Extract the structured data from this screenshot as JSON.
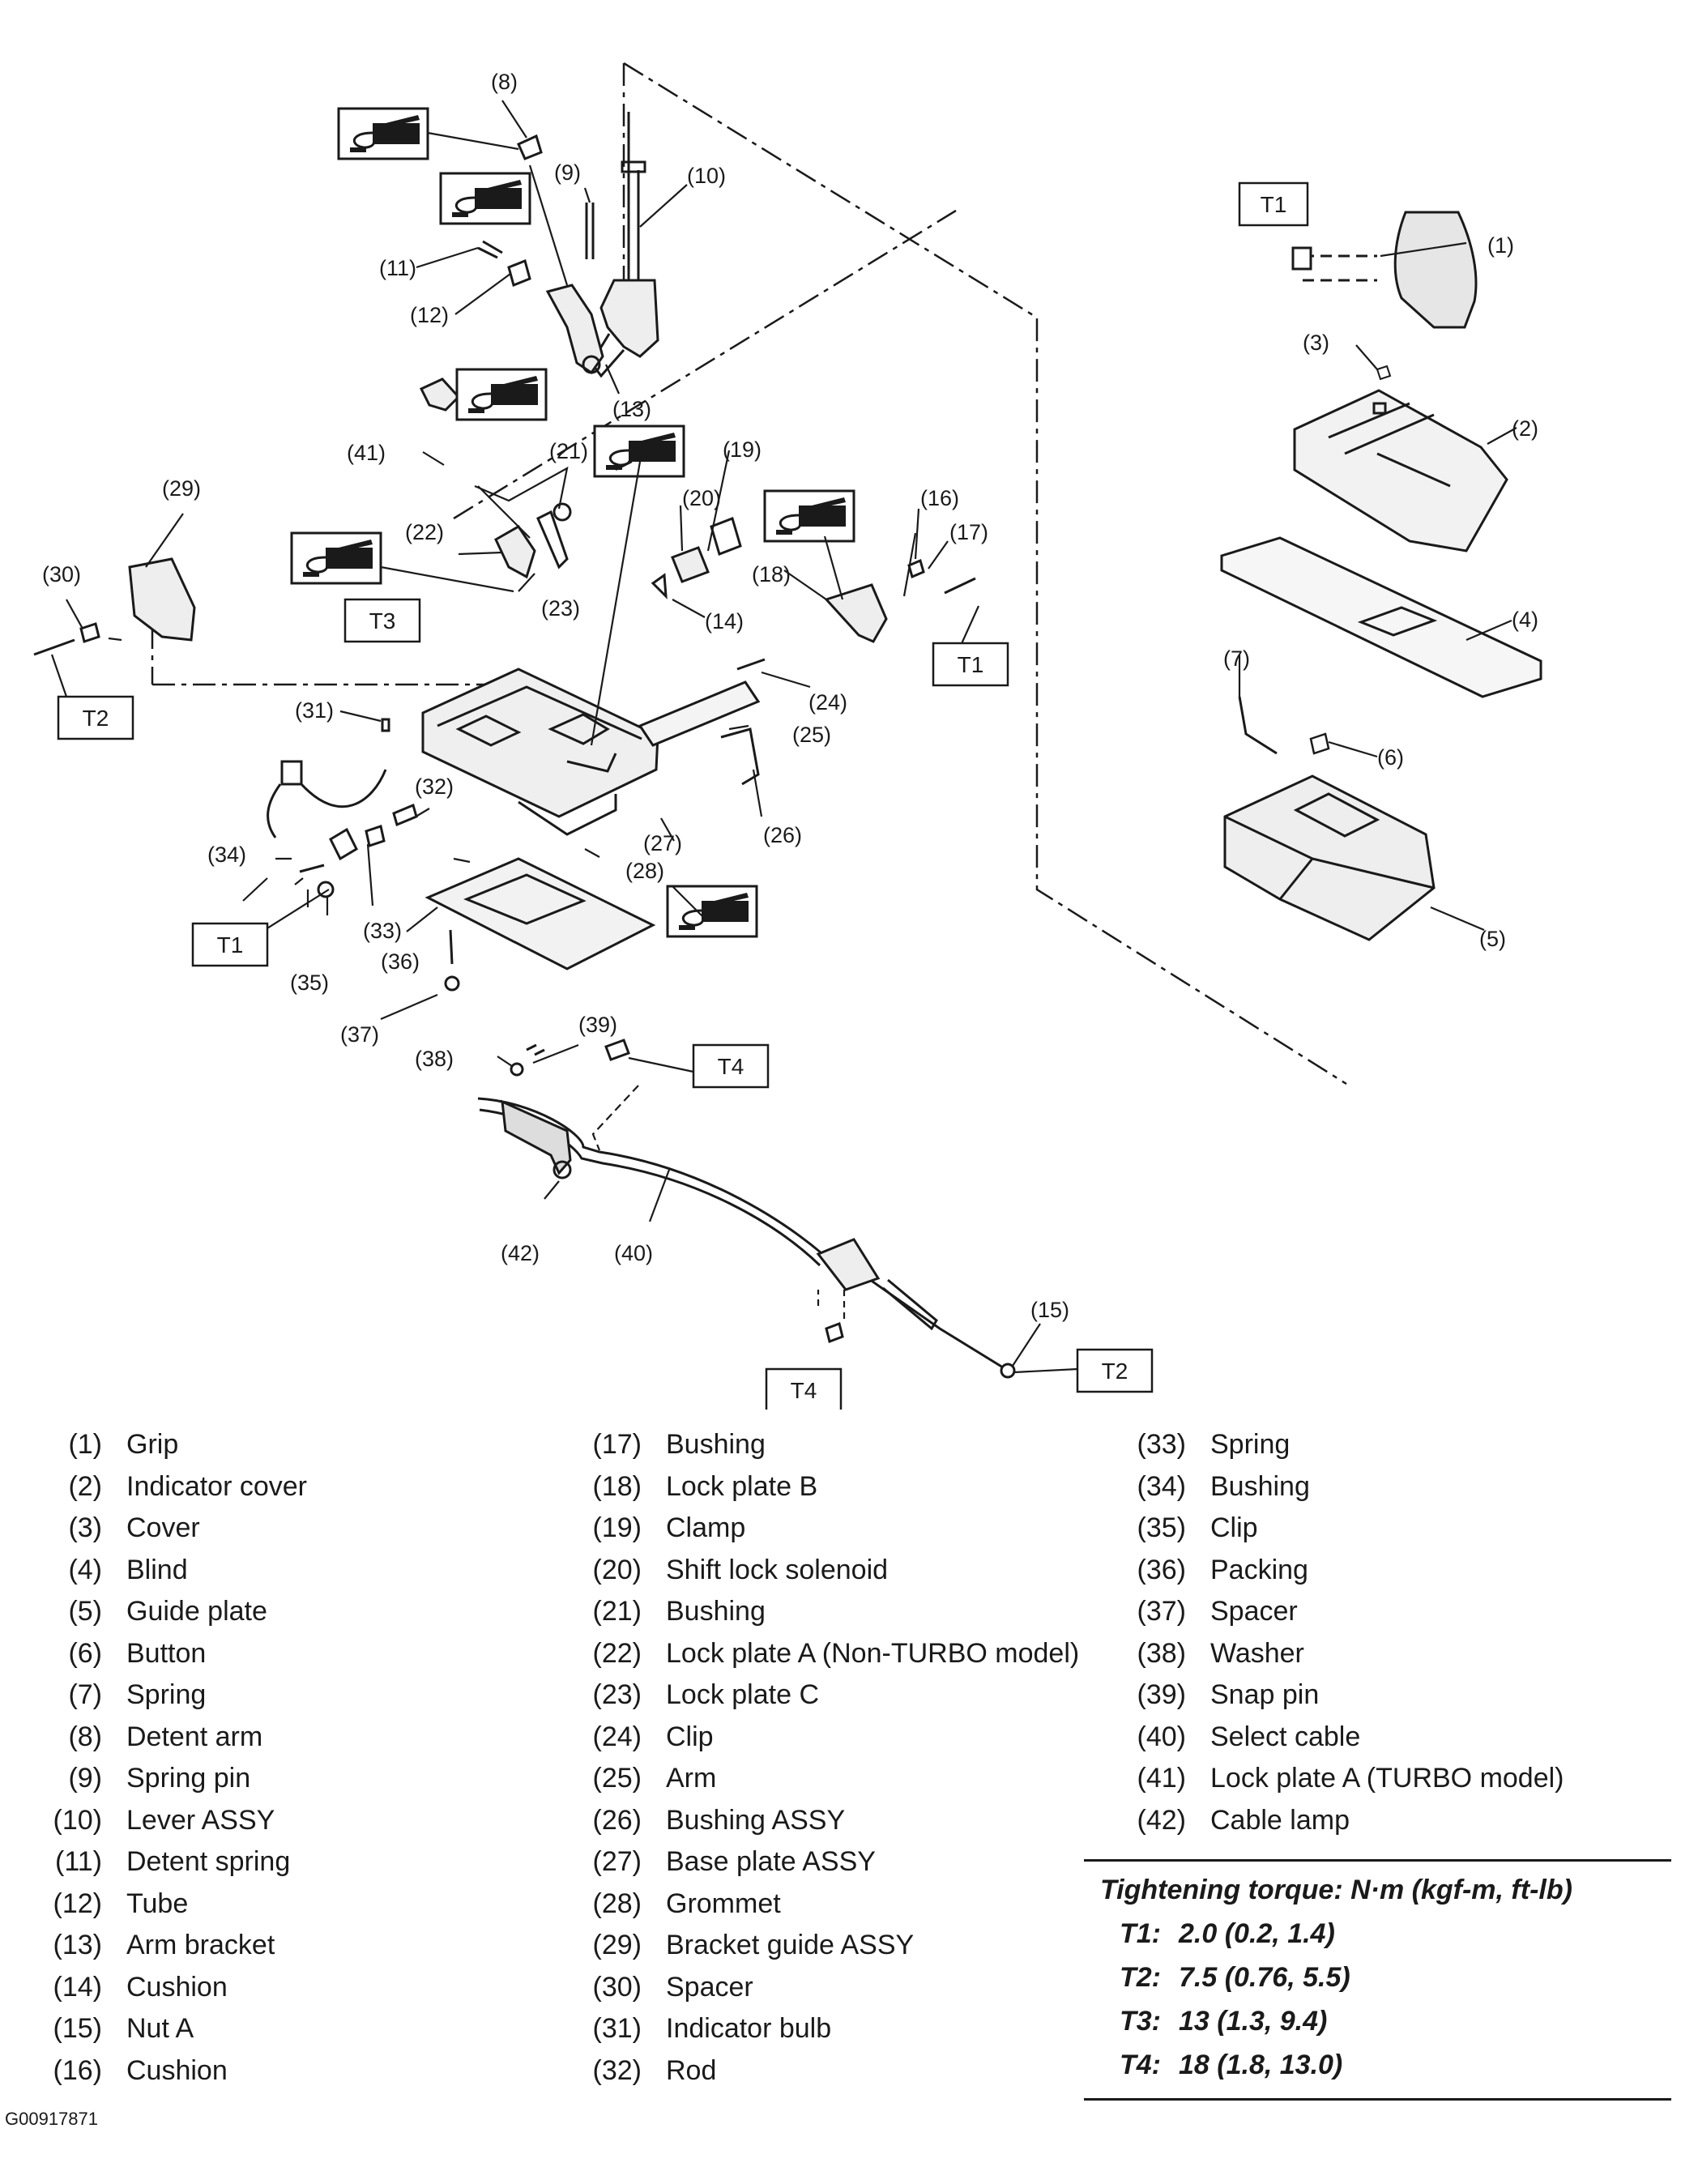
{
  "figure_id": "G00917871",
  "callouts": [
    "(1)",
    "(2)",
    "(3)",
    "(4)",
    "(5)",
    "(6)",
    "(7)",
    "(8)",
    "(9)",
    "(10)",
    "(11)",
    "(12)",
    "(13)",
    "(14)",
    "(15)",
    "(16)",
    "(17)",
    "(18)",
    "(19)",
    "(20)",
    "(21)",
    "(22)",
    "(23)",
    "(24)",
    "(25)",
    "(26)",
    "(27)",
    "(28)",
    "(29)",
    "(30)",
    "(31)",
    "(32)",
    "(33)",
    "(34)",
    "(35)",
    "(36)",
    "(37)",
    "(38)",
    "(39)",
    "(40)",
    "(41)",
    "(42)"
  ],
  "torque_boxes": {
    "T1": "T1",
    "T2": "T2",
    "T3": "T3",
    "T4": "T4"
  },
  "legend": {
    "col1": [
      {
        "num": "(1)",
        "label": "Grip"
      },
      {
        "num": "(2)",
        "label": "Indicator cover"
      },
      {
        "num": "(3)",
        "label": "Cover"
      },
      {
        "num": "(4)",
        "label": "Blind"
      },
      {
        "num": "(5)",
        "label": "Guide plate"
      },
      {
        "num": "(6)",
        "label": "Button"
      },
      {
        "num": "(7)",
        "label": "Spring"
      },
      {
        "num": "(8)",
        "label": "Detent arm"
      },
      {
        "num": "(9)",
        "label": "Spring pin"
      },
      {
        "num": "(10)",
        "label": "Lever ASSY"
      },
      {
        "num": "(11)",
        "label": "Detent spring"
      },
      {
        "num": "(12)",
        "label": "Tube"
      },
      {
        "num": "(13)",
        "label": "Arm bracket"
      },
      {
        "num": "(14)",
        "label": "Cushion"
      },
      {
        "num": "(15)",
        "label": "Nut A"
      },
      {
        "num": "(16)",
        "label": "Cushion"
      }
    ],
    "col2": [
      {
        "num": "(17)",
        "label": "Bushing"
      },
      {
        "num": "(18)",
        "label": "Lock plate B"
      },
      {
        "num": "(19)",
        "label": "Clamp"
      },
      {
        "num": "(20)",
        "label": "Shift lock solenoid"
      },
      {
        "num": "(21)",
        "label": "Bushing"
      },
      {
        "num": "(22)",
        "label": "Lock plate A (Non-TURBO model)"
      },
      {
        "num": "(23)",
        "label": "Lock plate C"
      },
      {
        "num": "(24)",
        "label": "Clip"
      },
      {
        "num": "(25)",
        "label": "Arm"
      },
      {
        "num": "(26)",
        "label": "Bushing ASSY"
      },
      {
        "num": "(27)",
        "label": "Base plate ASSY"
      },
      {
        "num": "(28)",
        "label": "Grommet"
      },
      {
        "num": "(29)",
        "label": "Bracket guide ASSY"
      },
      {
        "num": "(30)",
        "label": "Spacer"
      },
      {
        "num": "(31)",
        "label": "Indicator bulb"
      },
      {
        "num": "(32)",
        "label": "Rod"
      }
    ],
    "col3": [
      {
        "num": "(33)",
        "label": "Spring"
      },
      {
        "num": "(34)",
        "label": "Bushing"
      },
      {
        "num": "(35)",
        "label": "Clip"
      },
      {
        "num": "(36)",
        "label": "Packing"
      },
      {
        "num": "(37)",
        "label": "Spacer"
      },
      {
        "num": "(38)",
        "label": "Washer"
      },
      {
        "num": "(39)",
        "label": "Snap pin"
      },
      {
        "num": "(40)",
        "label": "Select cable"
      },
      {
        "num": "(41)",
        "label": "Lock plate A (TURBO model)"
      },
      {
        "num": "(42)",
        "label": "Cable lamp"
      }
    ]
  },
  "torque": {
    "title": "Tightening torque: N·m (kgf-m, ft-lb)",
    "rows": [
      {
        "code": "T1:",
        "value": "2.0 (0.2, 1.4)"
      },
      {
        "code": "T2:",
        "value": "7.5 (0.76, 5.5)"
      },
      {
        "code": "T3:",
        "value": "13 (1.3, 9.4)"
      },
      {
        "code": "T4:",
        "value": "18 (1.8, 13.0)"
      }
    ]
  }
}
